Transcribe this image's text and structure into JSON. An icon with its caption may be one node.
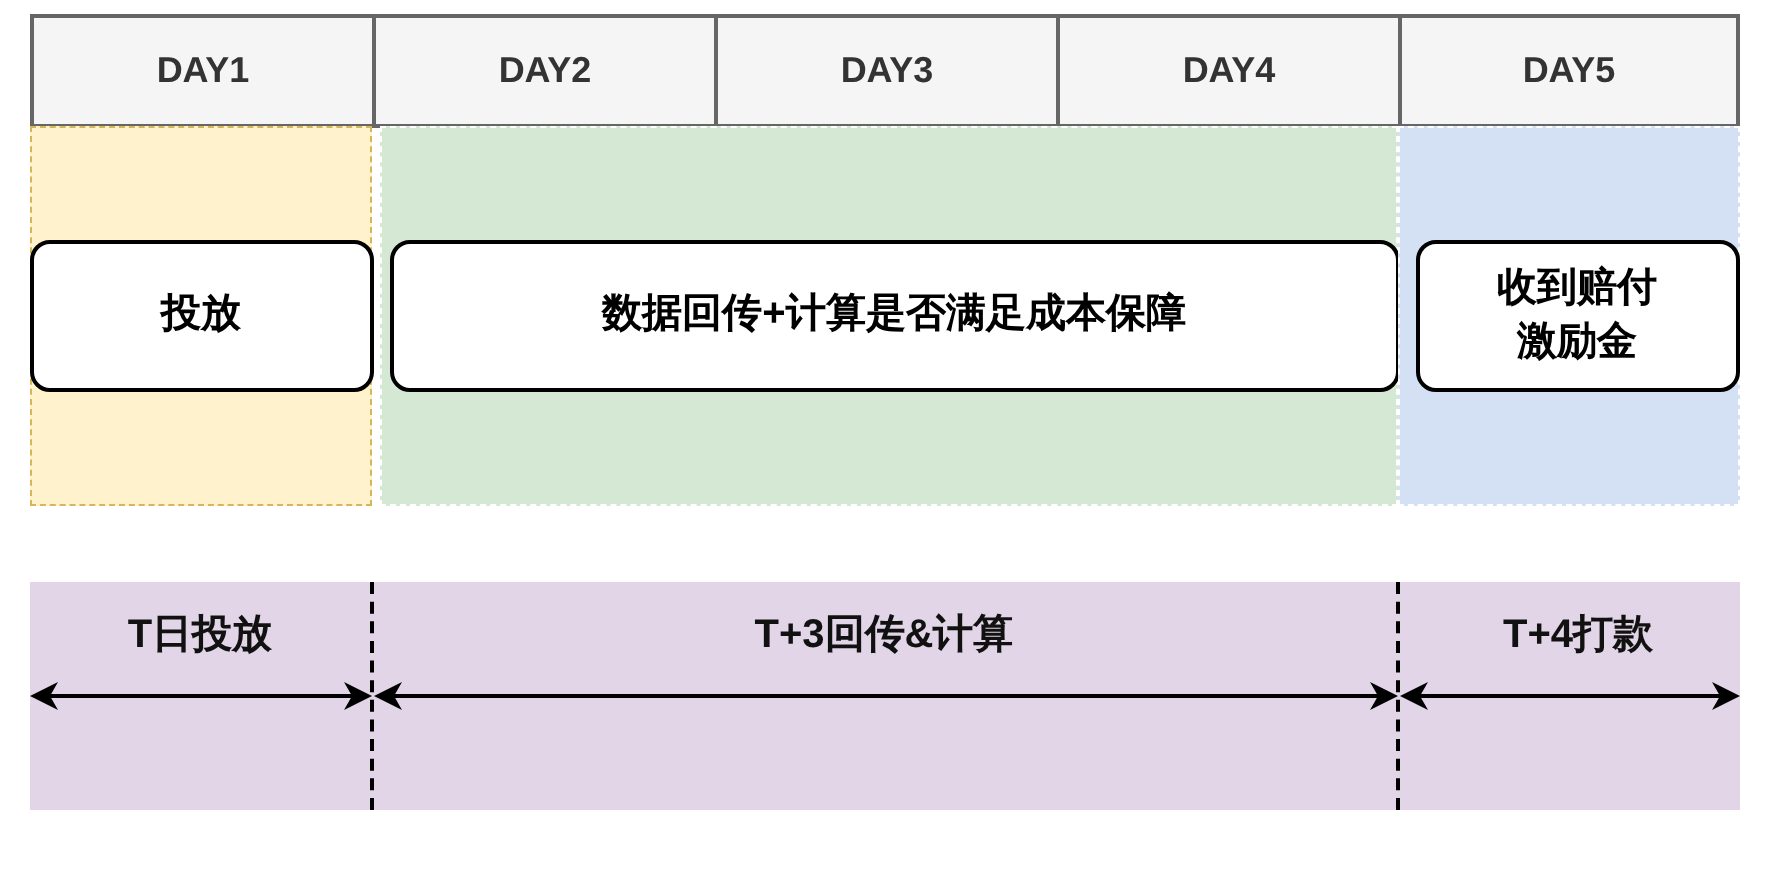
{
  "diagram": {
    "nodes": [
      {
        "text": [
          "DAY1"
        ]
      },
      {
        "text": [
          "DAY2"
        ]
      },
      {
        "text": [
          "DAY3"
        ]
      },
      {
        "text": [
          "DAY4"
        ]
      },
      {
        "text": [
          "DAY5"
        ]
      },
      {
        "text": [],
        "shape": "box"
      },
      {
        "text": [
          "投放"
        ],
        "in": 5
      },
      {
        "text": [],
        "shape": "box"
      },
      {
        "text": [
          "数据回传+计算是否满足成本保障"
        ],
        "in": 7
      },
      {
        "text": [],
        "shape": "box"
      },
      {
        "text": [
          "收到赔付激励金"
        ],
        "in": 9
      },
      {
        "text": [
          "T日投放",
          "T+3回传&计算",
          "T+4打款"
        ]
      }
    ]
  }
}
